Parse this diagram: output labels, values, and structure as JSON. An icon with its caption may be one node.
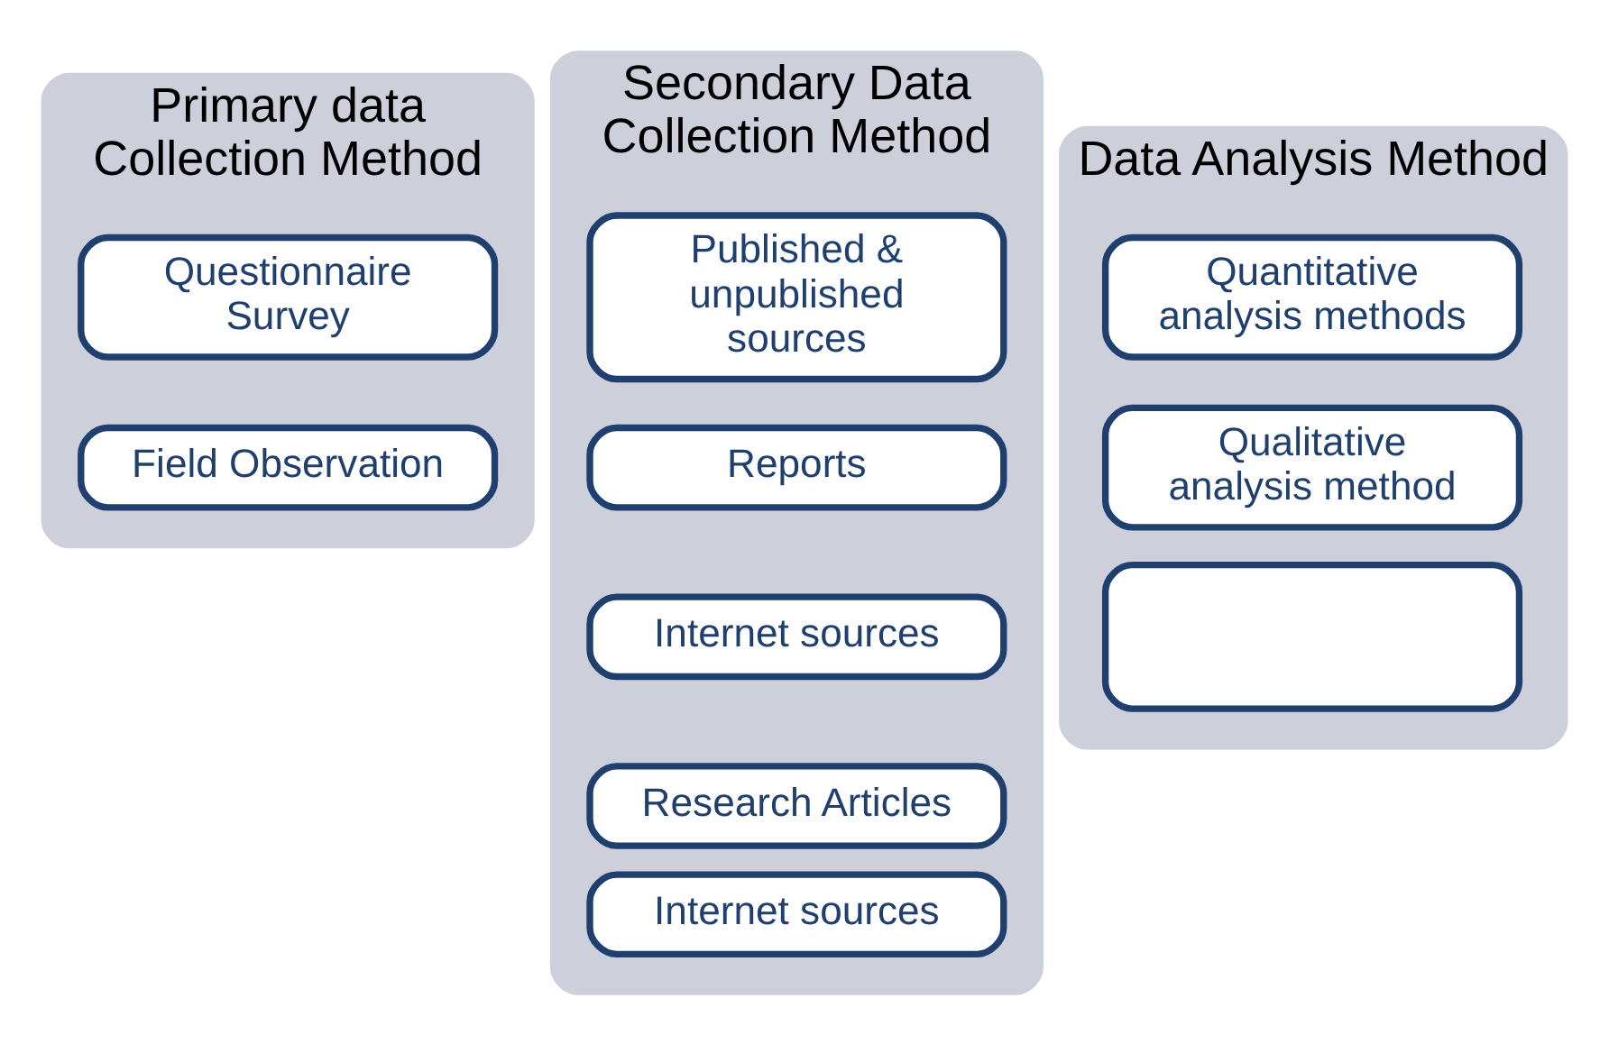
{
  "diagram": {
    "nodes": [
      {
        "text": [
          "Primary data Collection Method"
        ]
      },
      {
        "text": [
          "Questionnaire Survey"
        ],
        "in": 0
      },
      {
        "text": [
          "Field Observation"
        ],
        "in": 0
      },
      {
        "text": [
          "Secondary Data Collection Method"
        ]
      },
      {
        "text": [
          "Published & unpublished sources"
        ],
        "in": 3
      },
      {
        "text": [
          "Reports"
        ],
        "in": 3
      },
      {
        "text": [
          "Internet sources"
        ],
        "in": 3
      },
      {
        "text": [
          "Research Articles"
        ],
        "in": 3
      },
      {
        "text": [
          "Internet sources"
        ],
        "in": 3
      },
      {
        "text": [
          "Data Analysis Method"
        ]
      },
      {
        "text": [
          "Quantitative analysis methods"
        ],
        "in": 9
      },
      {
        "text": [
          "Qualitative analysis method"
        ],
        "in": 9
      },
      {
        "text": [],
        "shape": "box",
        "in": 9
      }
    ],
    "edges": []
  }
}
